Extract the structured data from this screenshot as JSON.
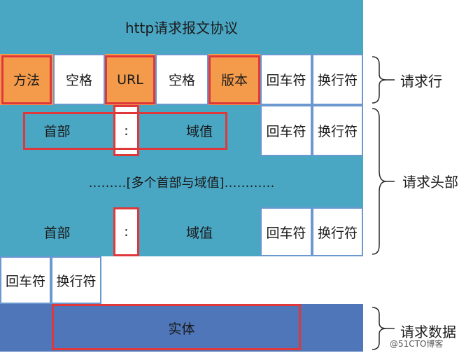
{
  "title": "http请求报文协议",
  "request_line": {
    "method": "方法",
    "space1": "空格",
    "url": "URL",
    "space2": "空格",
    "version": "版本",
    "cr": "回车符",
    "lf": "换行符"
  },
  "header1": {
    "name": "首部",
    "colon": ":",
    "value": "域值",
    "cr": "回车符",
    "lf": "换行符"
  },
  "more_headers": "………[多个首部与域值]…………",
  "header2": {
    "name": "首部",
    "colon": ":",
    "value": "域值",
    "cr": "回车符",
    "lf": "换行符"
  },
  "blank_line": {
    "cr": "回车符",
    "lf": "换行符"
  },
  "body": {
    "label": "实体"
  },
  "labels": {
    "request_line": "请求行",
    "request_headers": "请求头部",
    "request_body": "请求数据"
  },
  "watermark": "@51CTO博客",
  "colors": {
    "teal": "#4aa7c4",
    "orange": "#f39b4b",
    "dark_blue": "#4e76b8",
    "red": "#e0383a",
    "border": "#6a98cf"
  }
}
